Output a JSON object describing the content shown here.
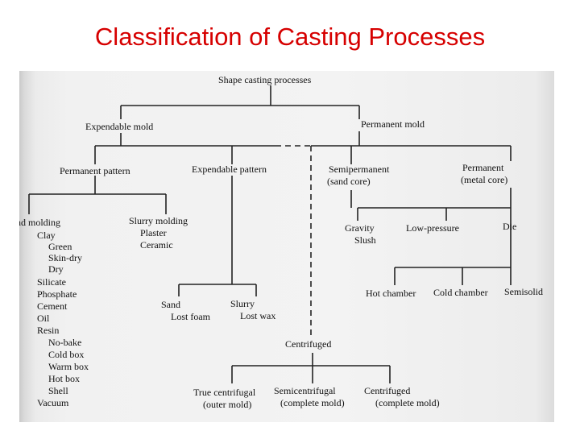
{
  "title": "Classification of Casting Processes",
  "colors": {
    "title": "#d60000",
    "lines": "#222222",
    "scan_background": "#f1f1f1"
  },
  "tree": {
    "root": "Shape casting processes",
    "expendable_mold": "Expendable mold",
    "permanent_mold": "Permanent mold",
    "permanent_pattern": "Permanent pattern",
    "expendable_pattern": "Expendable pattern",
    "semipermanent": "Semipermanent",
    "semipermanent_sub": "(sand core)",
    "permanent_core": "Permanent",
    "permanent_core_sub": "(metal core)",
    "sand_molding": "Sand molding",
    "sand_molding_items": [
      "Clay",
      "Green",
      "Skin-dry",
      "Dry",
      "Silicate",
      "Phosphate",
      "Cement",
      "Oil",
      "Resin",
      "No-bake",
      "Cold box",
      "Warm box",
      "Hot box",
      "Shell",
      "Vacuum"
    ],
    "slurry_molding": "Slurry molding",
    "slurry_molding_items": [
      "Plaster",
      "Ceramic"
    ],
    "sand": "Sand",
    "lost_foam": "Lost foam",
    "slurry": "Slurry",
    "lost_wax": "Lost wax",
    "gravity": "Gravity",
    "slush": "Slush",
    "low_pressure": "Low-pressure",
    "die": "Die",
    "hot_chamber": "Hot chamber",
    "cold_chamber": "Cold chamber",
    "semisolid": "Semisolid",
    "centrifuged": "Centrifuged",
    "true_centrifugal": "True centrifugal",
    "true_centrifugal_sub": "(outer mold)",
    "semicentrifugal": "Semicentrifugal",
    "semicentrifugal_sub": "(complete mold)",
    "centrifuged_complete": "Centrifuged",
    "centrifuged_complete_sub": "(complete mold)"
  }
}
